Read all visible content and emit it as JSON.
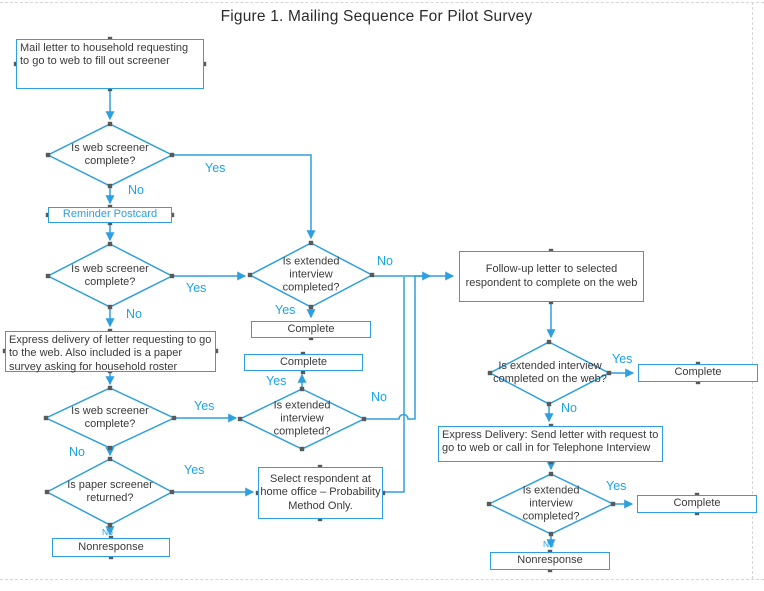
{
  "title": "Figure 1.  Mailing Sequence For Pilot Survey",
  "colors": {
    "accent_blue": "#2E9FDF",
    "label_blue": "#1BA3E8",
    "shape_text": "#3A3A3A",
    "handle_gray": "#5A5A5A"
  },
  "nodes": {
    "mail_letter": "Mail letter to household requesting to go to web to fill out screener",
    "web_screener_1": "Is web screener complete?",
    "reminder_postcard": "Reminder Postcard",
    "web_screener_2": "Is web screener complete?",
    "extended_interview_1": "Is extended interview completed?",
    "express_delivery_1": "Express delivery of letter requesting to go to the web.  Also included is a paper survey asking for household roster",
    "complete_1": "Complete",
    "complete_2": "Complete",
    "web_screener_3": "Is web screener complete?",
    "extended_interview_2": "Is extended interview completed?",
    "paper_screener": "Is paper screener returned?",
    "select_respondent": "Select respondent at home office – Probability Method Only.",
    "nonresponse_1": "Nonresponse",
    "follow_up_letter": "Follow-up letter to selected respondent to complete on the web",
    "extended_interview_web": "Is extended interview completed on the web?",
    "complete_3": "Complete",
    "express_delivery_2": "Express Delivery:  Send letter with request to go to web or call in for Telephone Interview",
    "extended_interview_3": "Is extended interview completed?",
    "complete_4": "Complete",
    "nonresponse_2": "Nonresponse"
  },
  "edge_labels": {
    "yes_1": "Yes",
    "no_1": "No",
    "yes_2": "Yes",
    "no_2": "No",
    "no_3": "No",
    "yes_3": "Yes",
    "yes_4": "Yes",
    "yes_5": "Yes",
    "no_4": "No",
    "no_5": "No",
    "yes_6": "Yes",
    "no_6": "No",
    "yes_7": "Yes",
    "no_7": "No",
    "yes_8": "Yes",
    "no_8": "No"
  }
}
